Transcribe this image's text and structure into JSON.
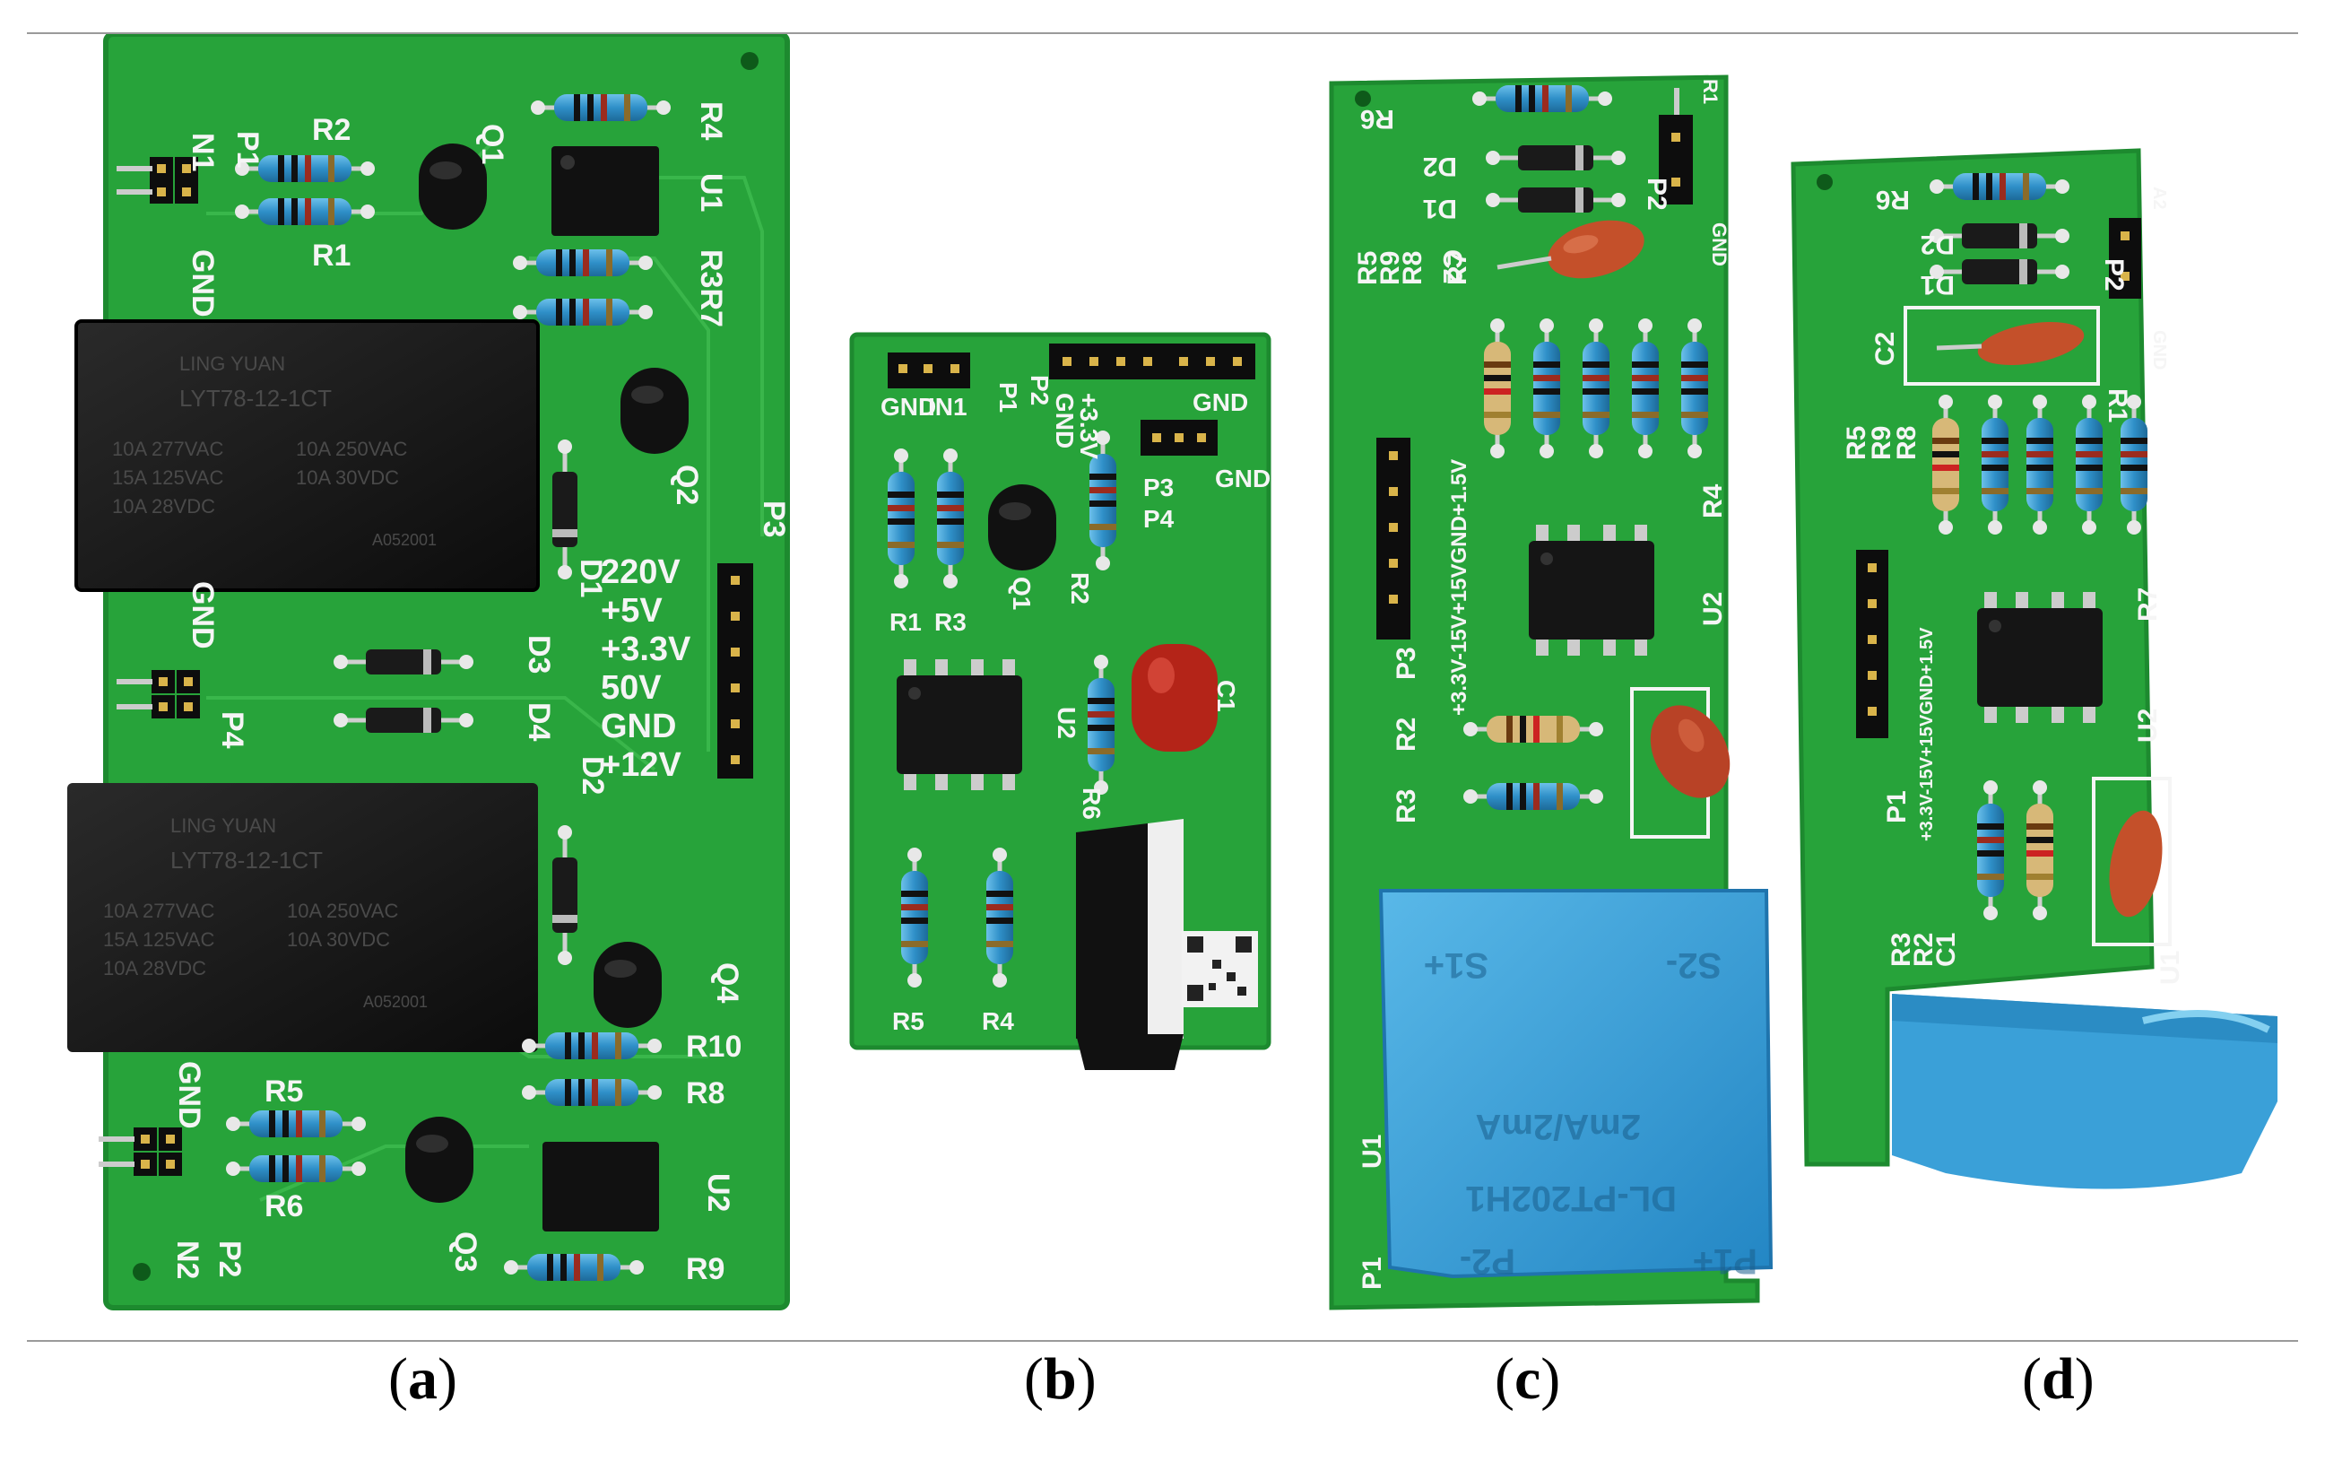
{
  "captions": [
    {
      "open": "(",
      "letter": "a",
      "close": ")"
    },
    {
      "open": "(",
      "letter": "b",
      "close": ")"
    },
    {
      "open": "(",
      "letter": "c",
      "close": ")"
    },
    {
      "open": "(",
      "letter": "d",
      "close": ")"
    }
  ],
  "boards": {
    "a": {
      "labels": [
        "N1",
        "P1",
        "GND",
        "R2",
        "R1",
        "Q1",
        "R4",
        "U1",
        "R3R7",
        "Q2",
        "D1",
        "P3",
        "GND",
        "P4",
        "D3",
        "D4",
        "D2",
        "Q4",
        "R10",
        "R8",
        "GND",
        "R5",
        "R6",
        "N2",
        "P2",
        "Q3",
        "U2",
        "R9"
      ],
      "power_labels": [
        "220V",
        "+5V",
        "+3.3V",
        "50V",
        "GND",
        "+12V"
      ],
      "relay_text": [
        "LING YUAN",
        "LYT78-12-1CT",
        "10A 277VAC",
        "10A 250VAC",
        "15A 125VAC",
        "10A 30VDC",
        "10A 28VDC",
        "A052001"
      ]
    },
    "b": {
      "labels": [
        "GND",
        "IN1",
        "P1",
        "P2",
        "+3.3V",
        "GND",
        "GND",
        "GND",
        "P3",
        "P4",
        "R1",
        "R3",
        "Q1",
        "R2",
        "U2",
        "C1",
        "R6",
        "R5",
        "R4"
      ]
    },
    "c": {
      "labels": [
        "R6",
        "D2",
        "D1",
        "P2",
        "C2",
        "GND",
        "R5",
        "R9",
        "R8",
        "R7",
        "R1",
        "R4",
        "U2",
        "P3",
        "R2",
        "R3",
        "U1",
        "P1"
      ],
      "header_label": "+3.3V-15V+15VGND+1.5V",
      "transformer_text": [
        "DL-PT202H1",
        "2mA/2mA",
        "S1+",
        "S2-",
        "P1+",
        "P2-"
      ]
    },
    "d": {
      "labels": [
        "R6",
        "D2",
        "D1",
        "P2",
        "A2",
        "GND",
        "C2",
        "R1",
        "R5",
        "R9",
        "R8",
        "R7",
        "U2",
        "P1",
        "R3",
        "R2",
        "C1",
        "U1"
      ],
      "header_label": "+3.3V-15V+15VGND+1.5V"
    }
  },
  "colors": {
    "pcb": "#27a33a",
    "pcb_dark": "#1d8a2f",
    "silk": "#f5f5f5",
    "resistor": "#3a9bd1",
    "relay": "#1a1a1a",
    "ceramic": "#c4502a",
    "transformer": "#3aa0d8"
  }
}
